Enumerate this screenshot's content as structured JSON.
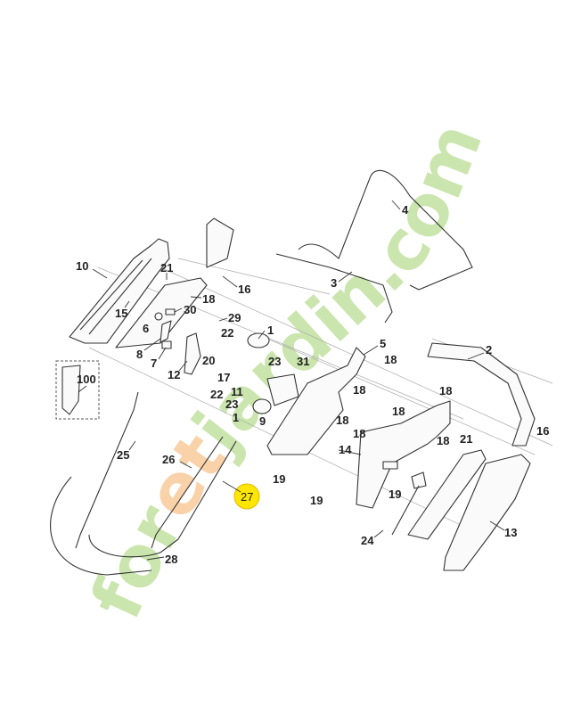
{
  "diagram": {
    "title": "Handlebar parts diagram",
    "watermark": {
      "part1": "for",
      "part2": "et",
      "part3": "jardin",
      "part4": ".com"
    },
    "highlight_color": "#ffe600",
    "highlighted_part": "27",
    "labels": {
      "p1a": "1",
      "p1b": "1",
      "p2": "2",
      "p3": "3",
      "p4": "4",
      "p5": "5",
      "p6": "6",
      "p7": "7",
      "p8": "8",
      "p9": "9",
      "p10": "10",
      "p11": "11",
      "p12": "12",
      "p13": "13",
      "p14": "14",
      "p15": "15",
      "p16a": "16",
      "p16b": "16",
      "p17": "17",
      "p18a": "18",
      "p18b": "18",
      "p18c": "18",
      "p18d": "18",
      "p18e": "18",
      "p18f": "18",
      "p18g": "18",
      "p18h": "18",
      "p19a": "19",
      "p19b": "19",
      "p19c": "19",
      "p20": "20",
      "p21a": "21",
      "p21b": "21",
      "p22a": "22",
      "p22b": "22",
      "p23a": "23",
      "p23b": "23",
      "p24": "24",
      "p25": "25",
      "p26": "26",
      "p27": "27",
      "p28": "28",
      "p29": "29",
      "p30": "30",
      "p31": "31",
      "p100": "100"
    }
  }
}
